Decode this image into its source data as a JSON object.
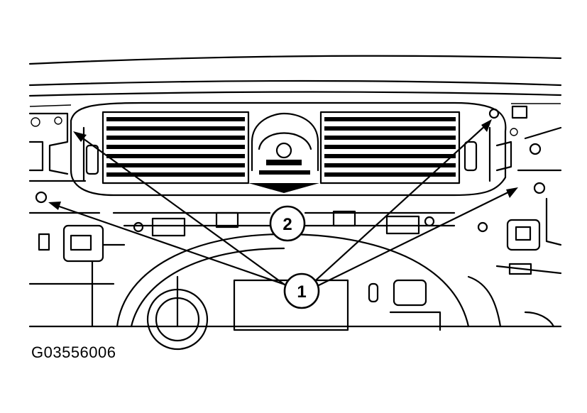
{
  "figure_id": "G03556006",
  "callouts": [
    {
      "label": "1",
      "target": "vent-retaining-clips"
    },
    {
      "label": "2",
      "target": "center-vent-grille"
    }
  ],
  "colors": {
    "ink": "#000000",
    "paper": "#ffffff"
  }
}
